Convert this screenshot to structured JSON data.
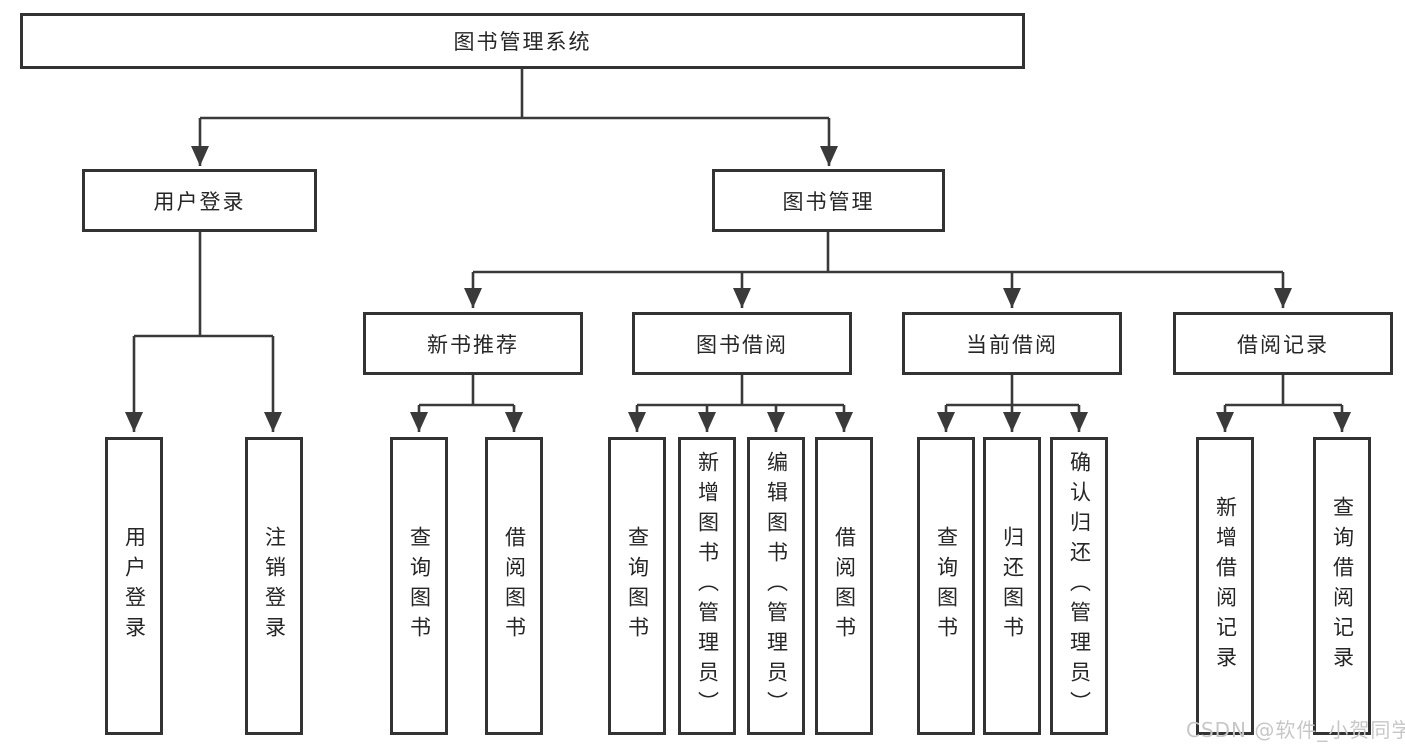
{
  "diagram": {
    "root": {
      "label": "图书管理系统"
    },
    "level2": [
      {
        "label": "用户登录"
      },
      {
        "label": "图书管理"
      }
    ],
    "level3": [
      {
        "label": "新书推荐"
      },
      {
        "label": "图书借阅"
      },
      {
        "label": "当前借阅"
      },
      {
        "label": "借阅记录"
      }
    ],
    "leaves": [
      {
        "label": "用户登录"
      },
      {
        "label": "注销登录"
      },
      {
        "label": "查询图书"
      },
      {
        "label": "借阅图书"
      },
      {
        "label": "查询图书"
      },
      {
        "label": "新增图书（管理员）"
      },
      {
        "label": "编辑图书（管理员）"
      },
      {
        "label": "借阅图书"
      },
      {
        "label": "查询图书"
      },
      {
        "label": "归还图书"
      },
      {
        "label": "确认归还（管理员）"
      },
      {
        "label": "新增借阅记录"
      },
      {
        "label": "查询借阅记录"
      }
    ],
    "watermark": "CSDN @软件_小贺同学",
    "colors": {
      "line": "#3a3a3a",
      "box_border": "#333333",
      "text": "#262626",
      "background": "#ffffff",
      "watermark": "#c7c7c7"
    }
  }
}
